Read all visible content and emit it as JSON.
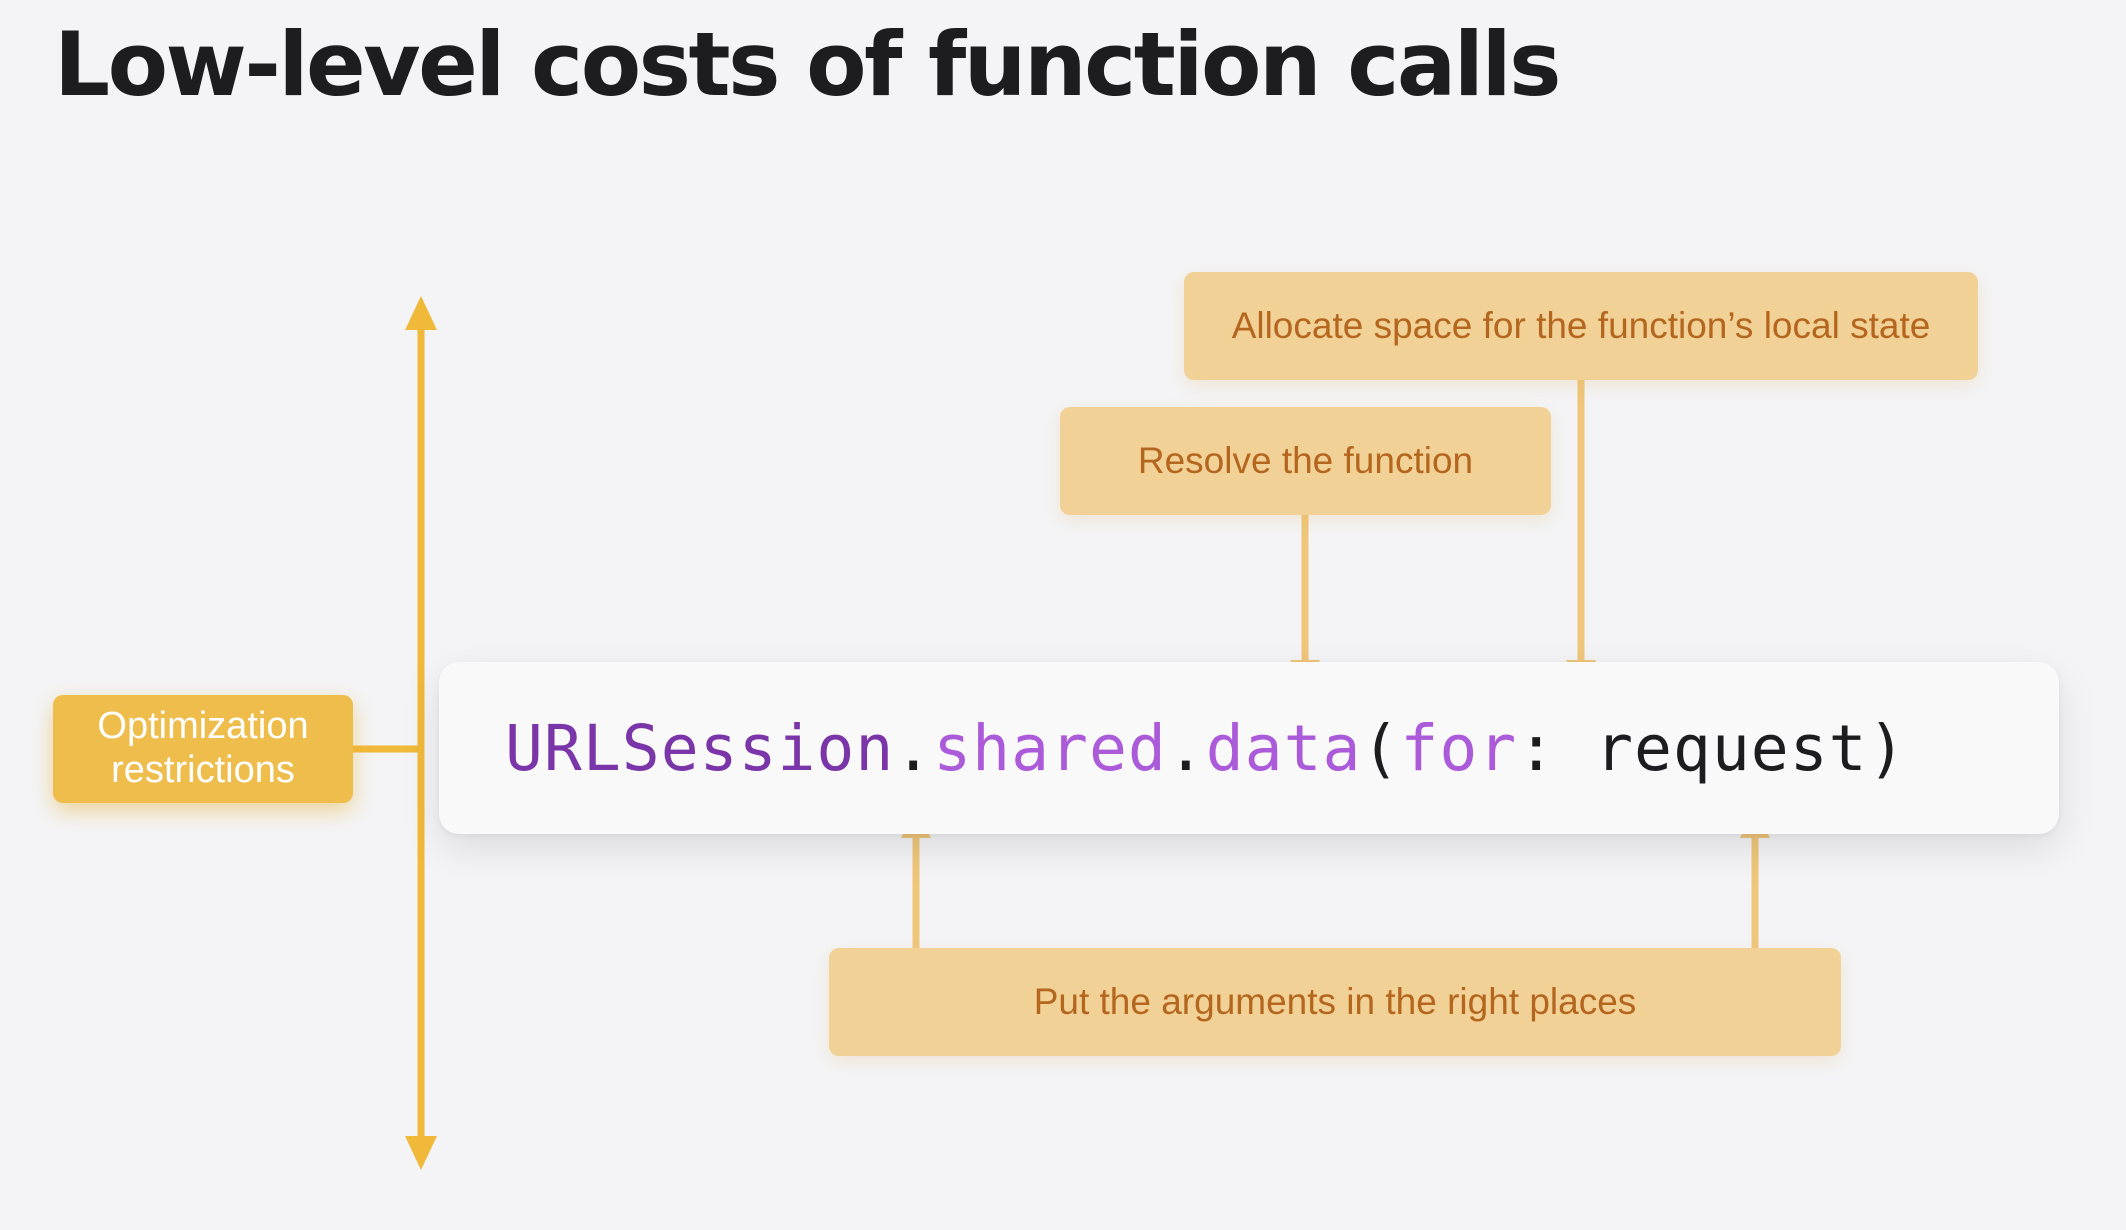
{
  "title": "Low-level costs of function calls",
  "colors": {
    "background": "#f4f4f6",
    "title": "#1d1d1f",
    "label_fill": "#f1d196",
    "label_text": "#b5661e",
    "accent_fill": "#eebd4c",
    "arrow": "#efc67a",
    "axis_arrow": "#f0b93a",
    "type_purple": "#7a35a8",
    "member_purple": "#ab5ad9",
    "punctuation": "#1d1d1f"
  },
  "labels": {
    "allocate": "Allocate space for the function’s local state",
    "resolve": "Resolve the function",
    "arguments": "Put the arguments in the right places",
    "optimization_line1": "Optimization",
    "optimization_line2": "restrictions"
  },
  "code": {
    "type_name": "URLSession",
    "dot1": ".",
    "member1": "shared",
    "dot2": ".",
    "method": "data",
    "open_paren": "(",
    "keyword_label": "for",
    "colon": ":",
    "argument": "request",
    "close_paren": ")"
  }
}
